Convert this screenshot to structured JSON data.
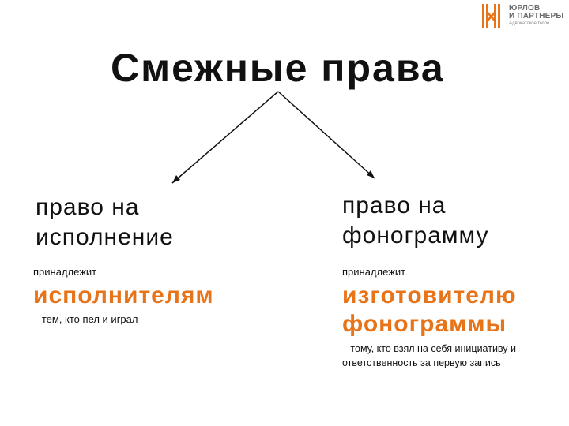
{
  "logo": {
    "line1": "ЮРЛОВ",
    "line2": "И ПАРТНЕРЫ",
    "line3": "Адвокатское бюро",
    "color": "#e8741a"
  },
  "title": "Смежные права",
  "left": {
    "heading": "право на исполнение",
    "belongs": "принадлежит",
    "owner": "исполнителям",
    "description": "– тем, кто пел и играл"
  },
  "right": {
    "heading": "право на фонограмму",
    "belongs": "принадлежит",
    "owner": "изготовителю фонограммы",
    "description": "– тому, кто взял на себя инициативу и ответственность за первую запись"
  },
  "colors": {
    "accent": "#e8741a",
    "text": "#111111",
    "background": "#ffffff"
  }
}
